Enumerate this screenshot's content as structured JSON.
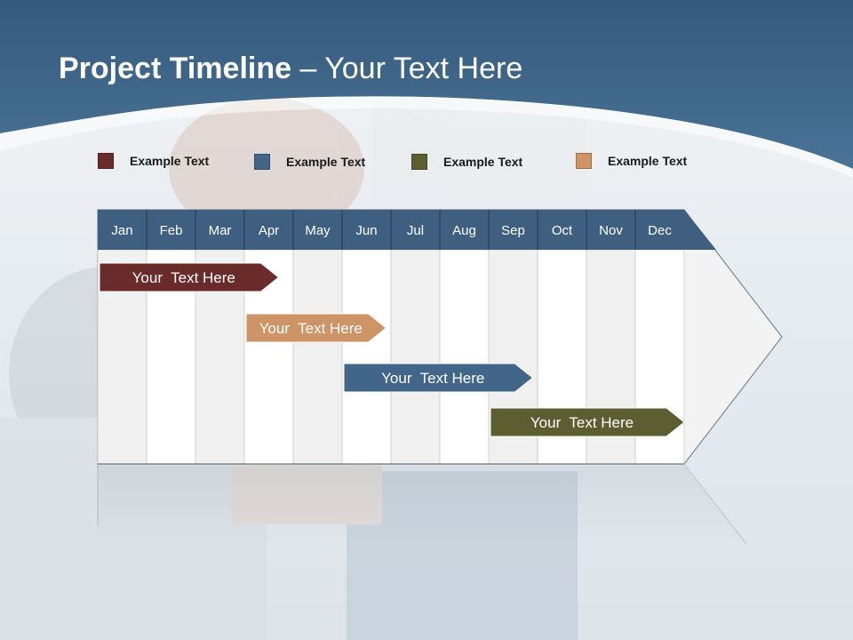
{
  "slide": {
    "title_bold": "Project Timeline",
    "title_rest": " – Your Text Here"
  },
  "legend": [
    {
      "label": "Example Text",
      "color": "#6b2b2b"
    },
    {
      "label": "Example Text",
      "color": "#426689"
    },
    {
      "label": "Example Text",
      "color": "#5c5e31"
    },
    {
      "label": "Example Text",
      "color": "#cf9465"
    }
  ],
  "months": [
    "Jan",
    "Feb",
    "Mar",
    "Apr",
    "May",
    "Jun",
    "Jul",
    "Aug",
    "Sep",
    "Oct",
    "Nov",
    "Dec"
  ],
  "tasks": [
    {
      "label": "Your  Text Here",
      "start": 0,
      "end": 3.7,
      "color": "#6b2b2b"
    },
    {
      "label": "Your  Text Here",
      "start": 3.0,
      "end": 5.9,
      "color": "#cf9465"
    },
    {
      "label": "Your  Text Here",
      "start": 5.0,
      "end": 8.9,
      "color": "#426689"
    },
    {
      "label": "Your  Text Here",
      "start": 8.0,
      "end": 12.0,
      "color": "#5c5e31"
    }
  ],
  "colors": {
    "header_band": "#3f6587",
    "month_header": "#3f5f80"
  }
}
